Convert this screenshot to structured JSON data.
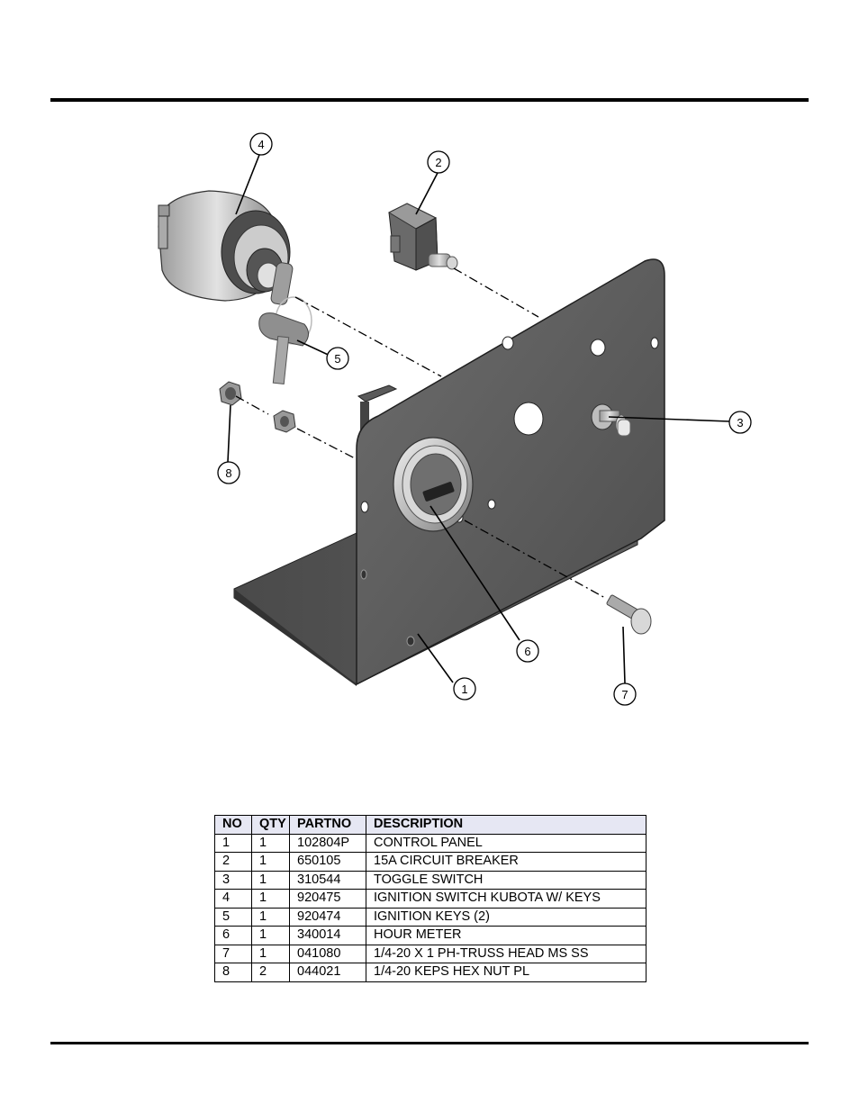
{
  "callouts": [
    "1",
    "2",
    "3",
    "4",
    "5",
    "6",
    "7",
    "8"
  ],
  "parts_table": {
    "headers": [
      "NO",
      "QTY",
      "PARTNO",
      "DESCRIPTION"
    ],
    "rows": [
      [
        "1",
        "1",
        "102804P",
        "CONTROL PANEL"
      ],
      [
        "2",
        "1",
        "650105",
        "15A CIRCUIT BREAKER"
      ],
      [
        "3",
        "1",
        "310544",
        "TOGGLE SWITCH"
      ],
      [
        "4",
        "1",
        "920475",
        "IGNITION SWITCH KUBOTA W/ KEYS"
      ],
      [
        "5",
        "1",
        "920474",
        "IGNITION KEYS (2)"
      ],
      [
        "6",
        "1",
        "340014",
        "HOUR METER"
      ],
      [
        "7",
        "1",
        "041080",
        "1/4-20 X 1 PH-TRUSS HEAD MS SS"
      ],
      [
        "8",
        "2",
        "044021",
        "1/4-20 KEPS HEX NUT PL"
      ]
    ]
  }
}
